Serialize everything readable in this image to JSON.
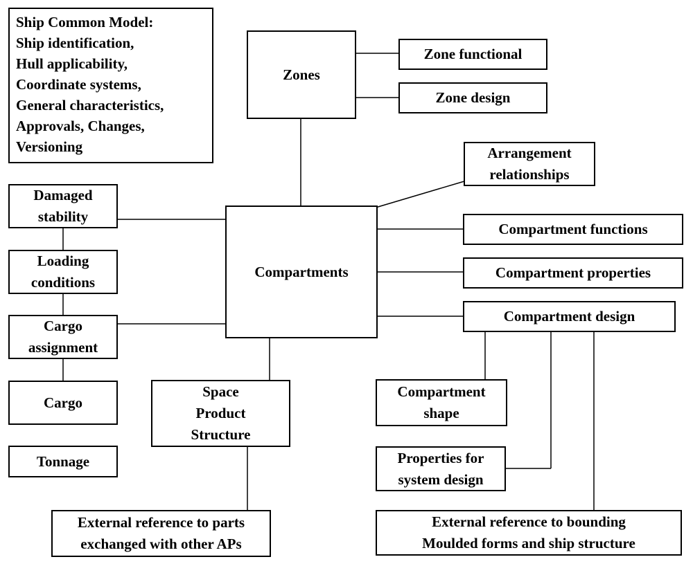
{
  "colors": {
    "line": "#000000",
    "box_border": "#000000",
    "background": "#ffffff",
    "text": "#000000"
  },
  "boxes": {
    "common_model": [
      "Ship Common Model:",
      "Ship identification,",
      "Hull applicability,",
      "Coordinate systems,",
      "General characteristics,",
      "Approvals, Changes,",
      "Versioning"
    ],
    "zones": "Zones",
    "zone_functional": "Zone functional",
    "zone_design": "Zone design",
    "arrangement": "Arrangement\nrelationships",
    "compartments": "Compartments",
    "compartment_functions": "Compartment functions",
    "compartment_properties": "Compartment properties",
    "compartment_design": "Compartment design",
    "compartment_shape": "Compartment\nshape",
    "properties_system_design": "Properties for\nsystem design",
    "external_bounding": "External reference to bounding\nMoulded forms and ship structure",
    "damaged_stability": "Damaged\nstability",
    "loading_conditions": "Loading\nconditions",
    "cargo_assignment": "Cargo\nassignment",
    "cargo": "Cargo",
    "tonnage": "Tonnage",
    "space_product_structure": "Space\nProduct\nStructure",
    "external_parts": "External reference to parts\nexchanged with other APs"
  }
}
